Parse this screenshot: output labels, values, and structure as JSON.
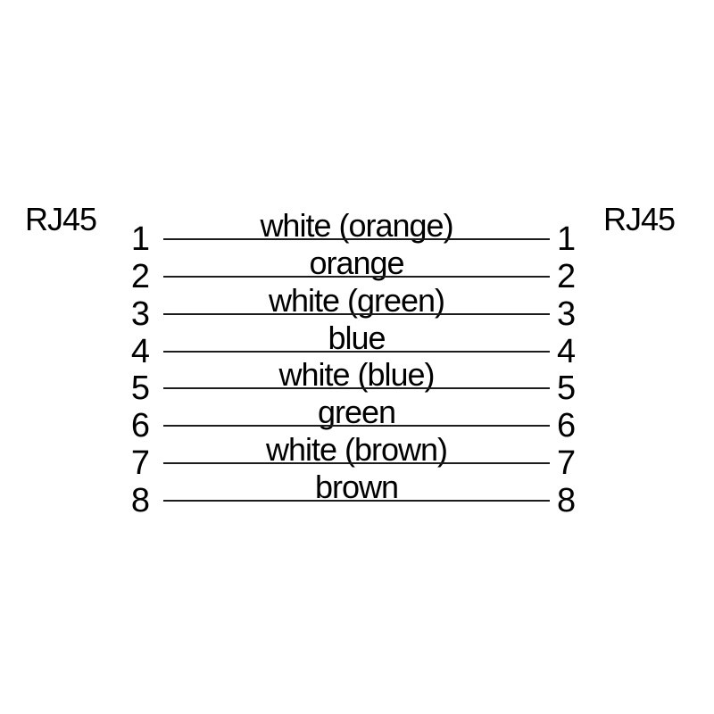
{
  "diagram": {
    "type": "rj45-cable-pinout",
    "left_connector": {
      "label": "RJ45"
    },
    "right_connector": {
      "label": "RJ45"
    },
    "wires": [
      {
        "left_pin": "1",
        "right_pin": "1",
        "color_label": "white (orange)"
      },
      {
        "left_pin": "2",
        "right_pin": "2",
        "color_label": "orange"
      },
      {
        "left_pin": "3",
        "right_pin": "3",
        "color_label": "white (green)"
      },
      {
        "left_pin": "4",
        "right_pin": "4",
        "color_label": "blue"
      },
      {
        "left_pin": "5",
        "right_pin": "5",
        "color_label": "white (blue)"
      },
      {
        "left_pin": "6",
        "right_pin": "6",
        "color_label": "green"
      },
      {
        "left_pin": "7",
        "right_pin": "7",
        "color_label": "white (brown)"
      },
      {
        "left_pin": "8",
        "right_pin": "8",
        "color_label": "brown"
      }
    ],
    "colors": {
      "background": "#ffffff",
      "line": "#1c1c1c",
      "text": "#000000"
    }
  }
}
